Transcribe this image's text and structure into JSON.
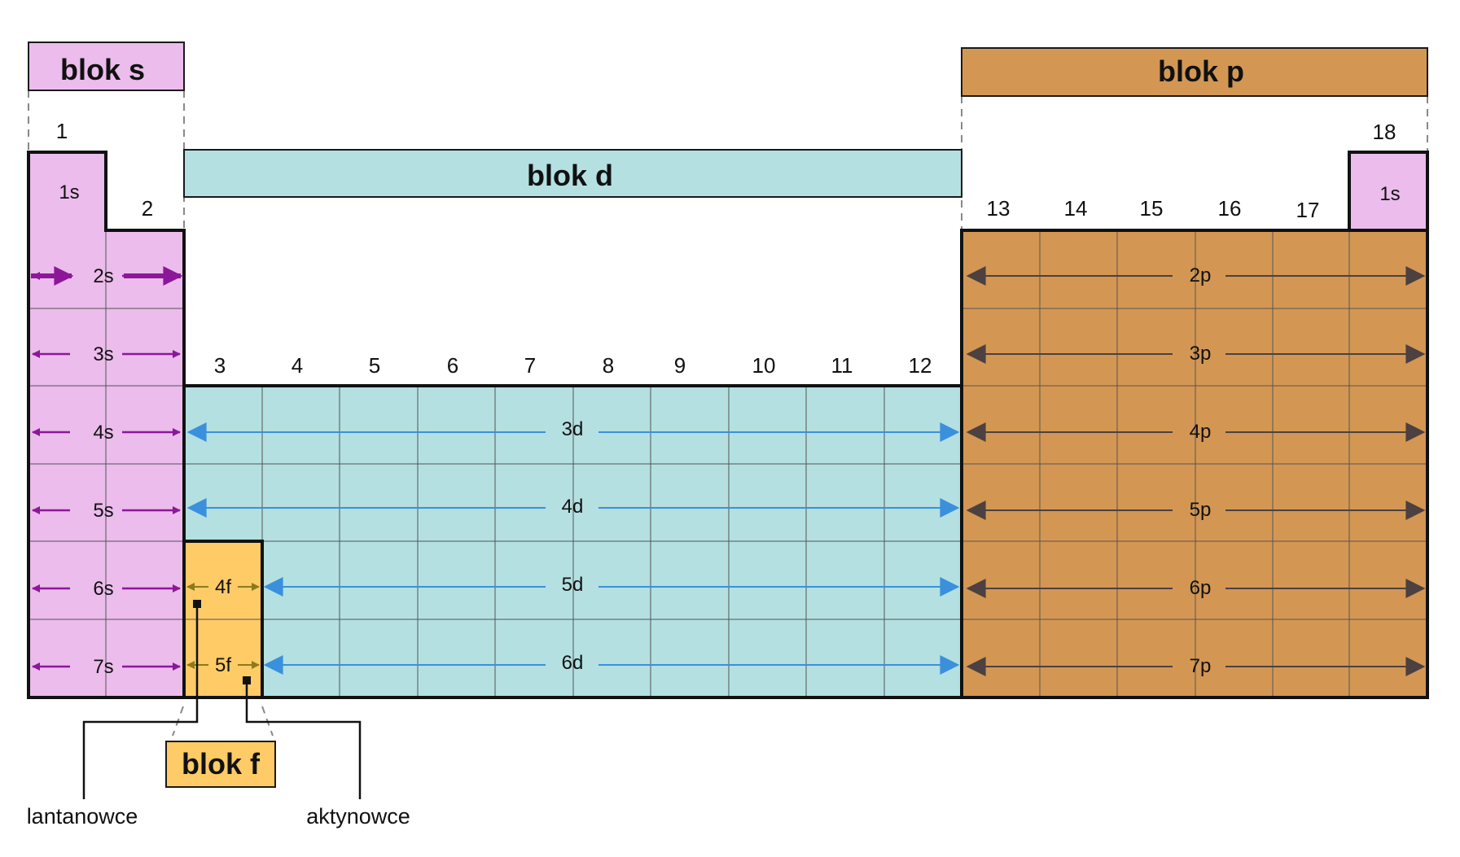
{
  "colors": {
    "s_block": "#EBBCEC",
    "d_block": "#B4E0E1",
    "p_block": "#D39753",
    "f_block": "#FECB66",
    "s_arrow": "#8C1799",
    "d_arrow": "#3A90DC",
    "p_arrow": "#4C4040",
    "f_arrow": "#8C7A1A"
  },
  "blocks": {
    "s": {
      "title": "blok s"
    },
    "p": {
      "title": "blok p"
    },
    "d": {
      "title": "blok d"
    },
    "f": {
      "title": "blok f"
    }
  },
  "groups": {
    "g1": "1",
    "g2": "2",
    "d": [
      "3",
      "4",
      "5",
      "6",
      "7",
      "8",
      "9",
      "10",
      "11",
      "12"
    ],
    "p": [
      "13",
      "14",
      "15",
      "16",
      "17"
    ],
    "g18": "18"
  },
  "orbitals": {
    "h_1s": "1s",
    "he_1s": "1s",
    "s": [
      "2s",
      "3s",
      "4s",
      "5s",
      "6s",
      "7s"
    ],
    "p": [
      "2p",
      "3p",
      "4p",
      "5p",
      "6p",
      "7p"
    ],
    "d": [
      "3d",
      "4d",
      "5d",
      "6d"
    ],
    "f": [
      "4f",
      "5f"
    ]
  },
  "labels": {
    "lanthanides": "lantanowce",
    "actinides": "aktynowce"
  }
}
